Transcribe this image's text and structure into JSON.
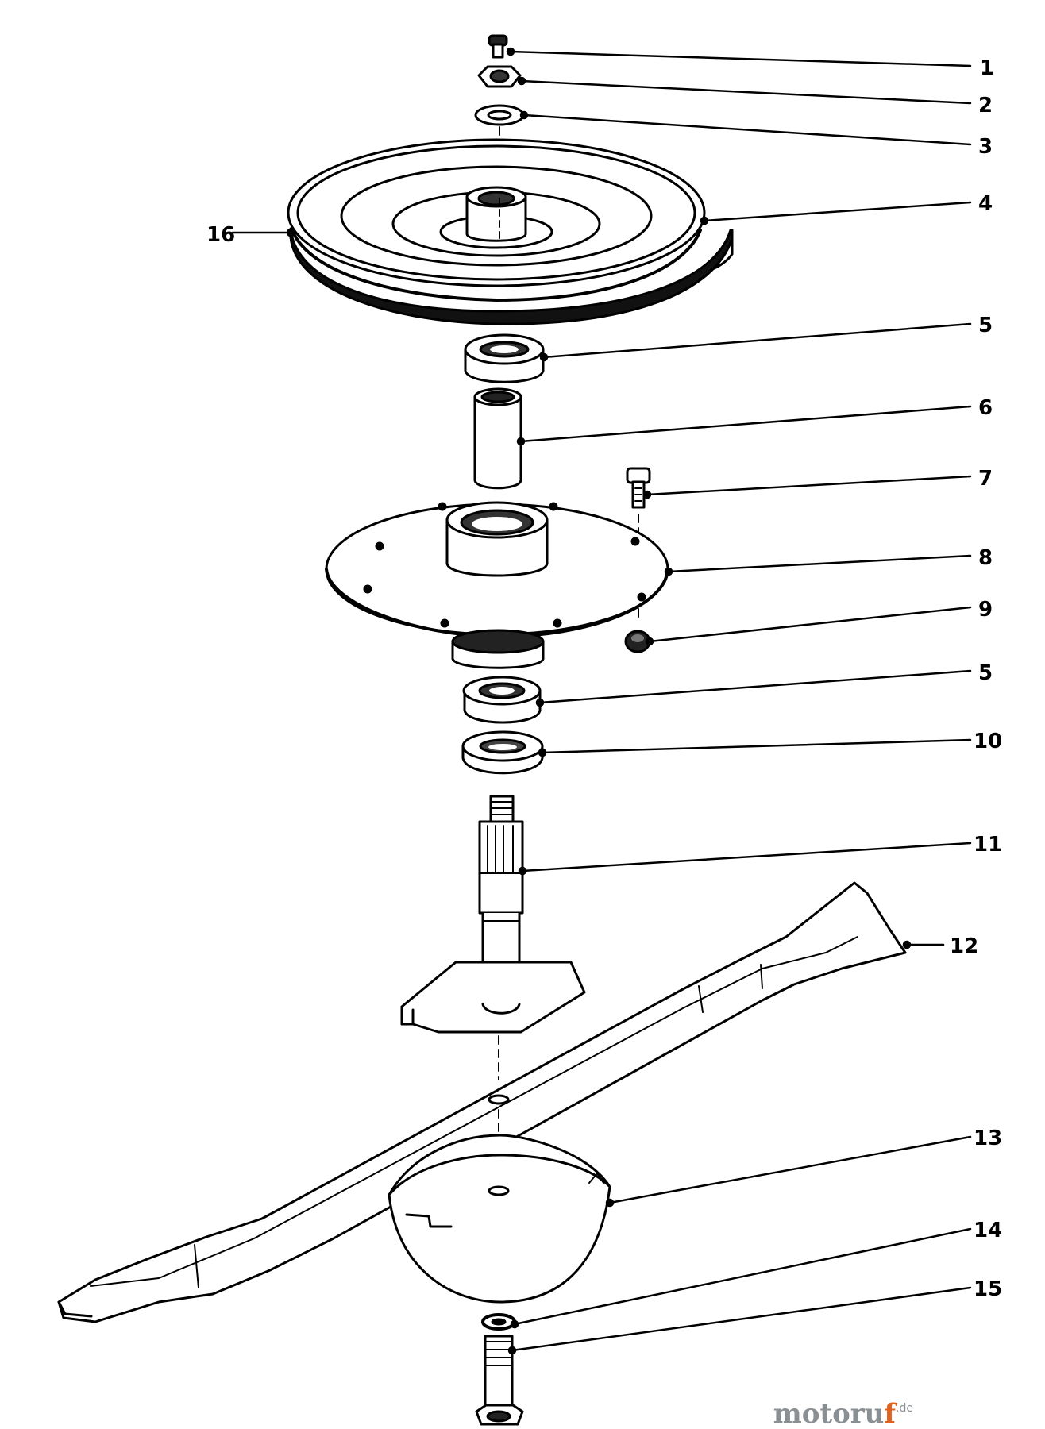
{
  "callouts": {
    "c1": "1",
    "c2": "2",
    "c3": "3",
    "c4": "4",
    "c5a": "5",
    "c6": "6",
    "c7": "7",
    "c8": "8",
    "c9": "9",
    "c5b": "5",
    "c10": "10",
    "c11": "11",
    "c12": "12",
    "c13": "13",
    "c14": "14",
    "c15": "15",
    "c16": "16"
  },
  "watermark": {
    "main": "motoru",
    "accent": "f",
    "tld": ".de"
  },
  "colors": {
    "ink": "#000000",
    "paper": "#ffffff",
    "watermark_gray": "#8a8f93",
    "watermark_orange": "#e0621c"
  }
}
